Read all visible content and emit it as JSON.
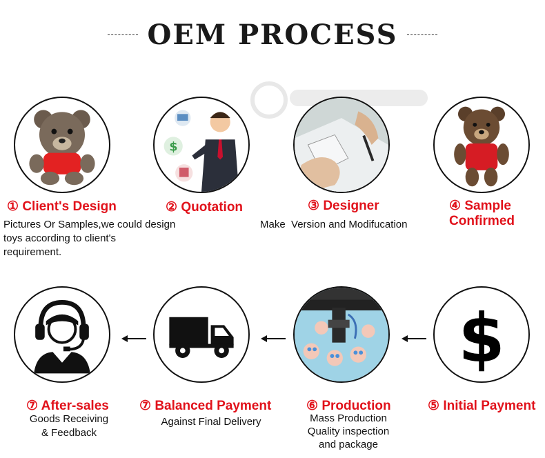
{
  "header": {
    "title": "OEM PROCESS"
  },
  "steps": [
    {
      "num": "①",
      "label": "Client's Design",
      "desc": "Pictures Or Samples,we could design toys according to client's requirement."
    },
    {
      "num": "②",
      "label": "Quotation"
    },
    {
      "num": "③",
      "label": "Designer",
      "desc": "Make  Version and Modifucation"
    },
    {
      "num": "④",
      "label": "Sample Confirmed"
    },
    {
      "num": "⑤",
      "label": "Initial Payment"
    },
    {
      "num": "⑥",
      "label": "Production",
      "desc": [
        "Mass Production",
        "Quality inspection",
        "and package"
      ]
    },
    {
      "num": "⑦",
      "label": "Balanced Payment",
      "desc": "Against Final Delivery"
    },
    {
      "num": "⑦",
      "label": "After-sales",
      "desc": [
        "Goods Receiving",
        "& Feedback"
      ]
    }
  ],
  "icons": {
    "step1": "teddy-bear-icon",
    "step2": "businessman-icon",
    "step3": "drafting-hands-icon",
    "step4": "teddy-bear-sample-icon",
    "step5": "dollar-icon",
    "step6": "printing-machine-icon",
    "step7": "truck-icon",
    "step8": "customer-support-icon"
  },
  "colors": {
    "accent": "#e1121b",
    "text": "#111111"
  }
}
